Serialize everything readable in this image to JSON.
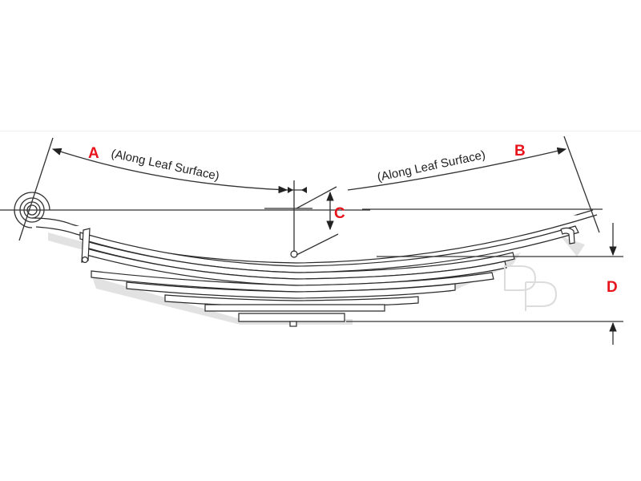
{
  "diagram": {
    "subject": "Leaf spring measurement diagram",
    "accent_color": "#e8141c",
    "line_color": "#333333",
    "dimensions": {
      "A": {
        "letter": "A",
        "note": "(Along Leaf Surface)"
      },
      "B": {
        "letter": "B",
        "note": "(Along Leaf Surface)"
      },
      "C": {
        "letter": "C"
      },
      "D": {
        "letter": "D"
      }
    },
    "leaf_count": 9,
    "watermark": "DP"
  }
}
